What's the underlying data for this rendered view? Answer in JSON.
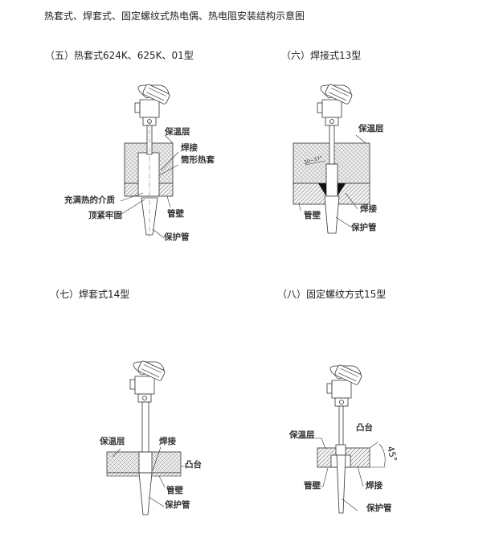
{
  "title": "热套式、焊套式、固定螺纹式热电偶、热电阻安装结构示意图",
  "sections": [
    {
      "heading": "（五）热套式624K、625K、01型",
      "labels": {
        "insulation": "保温层",
        "weld": "焊接",
        "sleeve": "筒形热套",
        "medium": "充满热的介质",
        "tight": "顶紧牢固",
        "wall": "管壁",
        "tube": "保护管"
      }
    },
    {
      "heading": "（六）焊接式13型",
      "labels": {
        "insulation": "保温层",
        "weld": "焊接",
        "wall": "管壁",
        "tube": "保护管",
        "angle": "30~37°"
      }
    },
    {
      "heading": "（七）焊套式14型",
      "labels": {
        "insulation": "保温层",
        "weld": "焊接",
        "boss": "凸台",
        "wall": "管壁",
        "tube": "保护管"
      }
    },
    {
      "heading": "（八）固定螺纹方式15型",
      "labels": {
        "insulation": "保温层",
        "boss": "凸台",
        "angle": "45°",
        "wall": "管壁",
        "weld": "焊接",
        "tube": "保护管"
      }
    }
  ]
}
